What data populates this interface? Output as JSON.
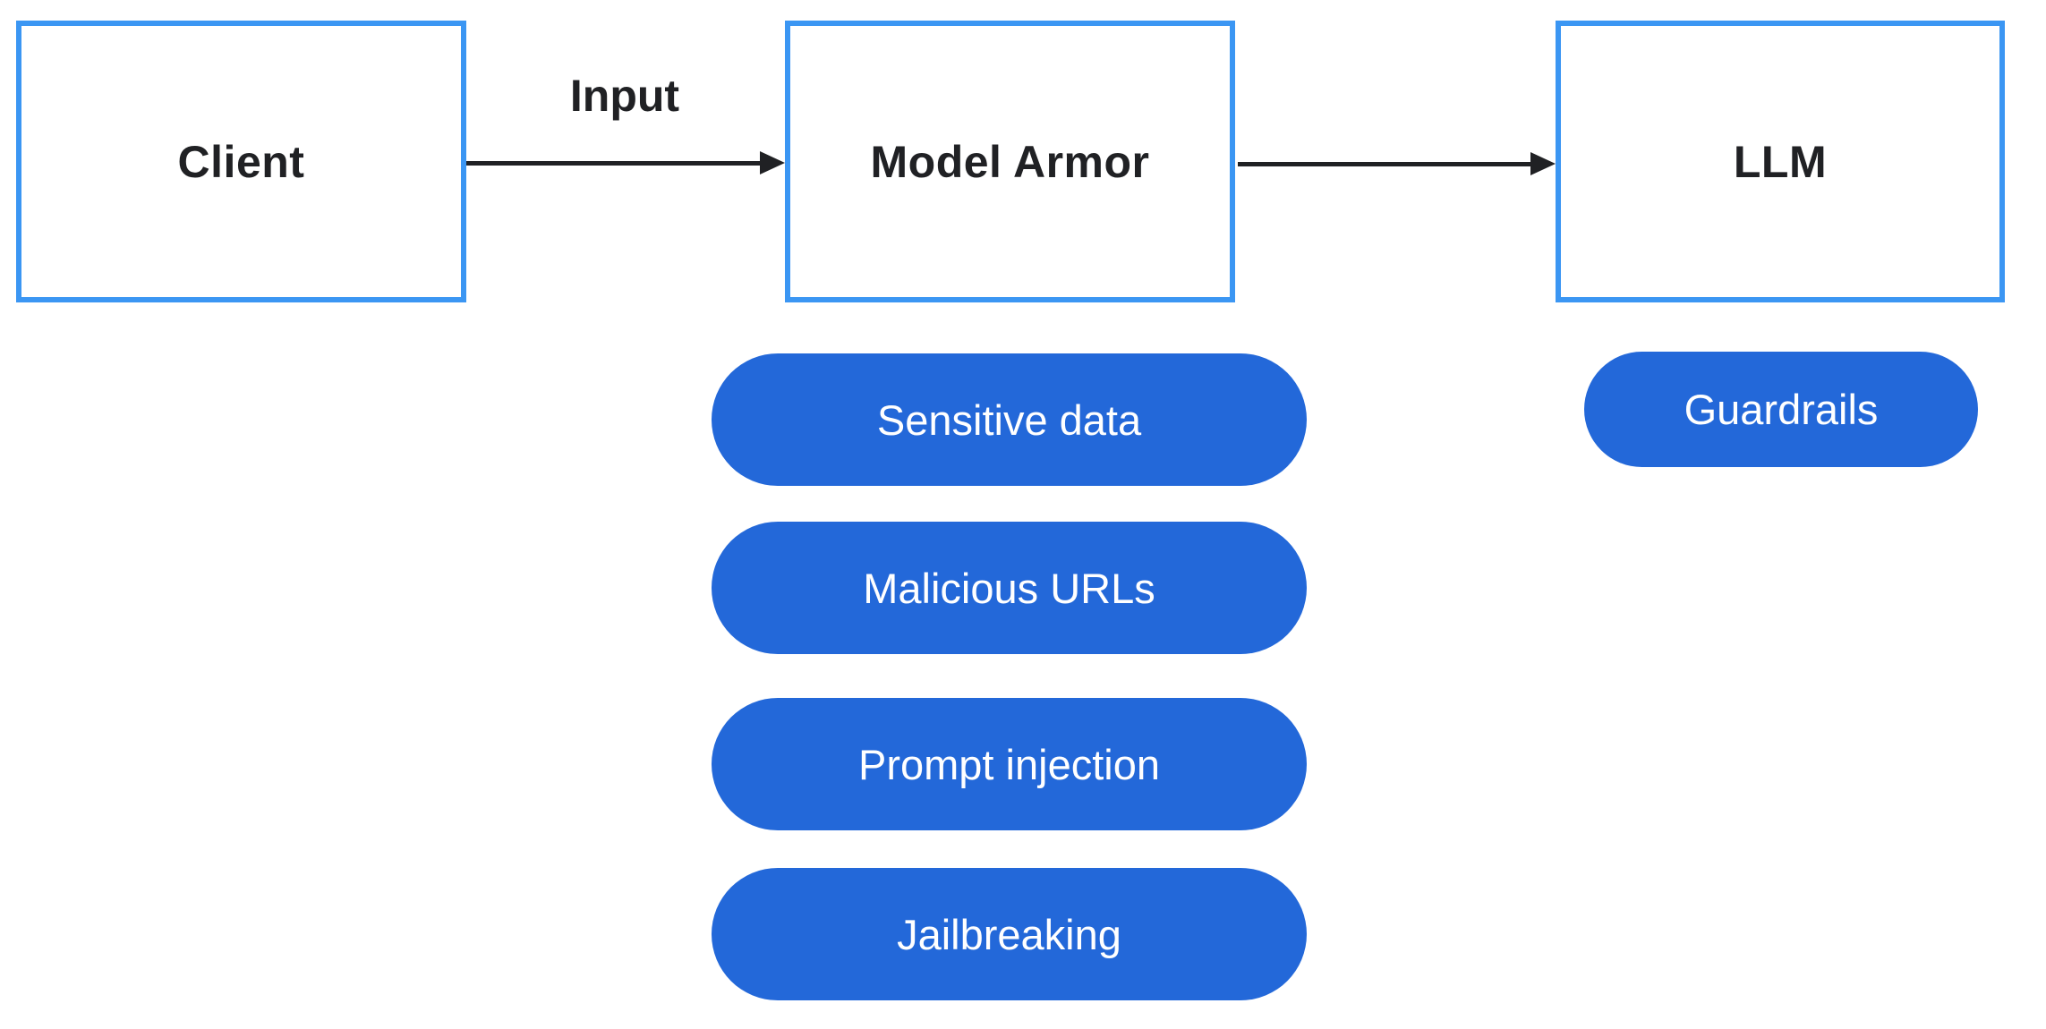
{
  "nodes": [
    {
      "id": "client",
      "label": "Client"
    },
    {
      "id": "model-armor",
      "label": "Model Armor"
    },
    {
      "id": "llm",
      "label": "LLM"
    }
  ],
  "edges": [
    {
      "from": "client",
      "to": "model-armor",
      "label": "Input"
    },
    {
      "from": "model-armor",
      "to": "llm",
      "label": ""
    }
  ],
  "model_armor_checks": [
    {
      "label": "Sensitive data"
    },
    {
      "label": "Malicious URLs"
    },
    {
      "label": "Prompt injection"
    },
    {
      "label": "Jailbreaking"
    }
  ],
  "llm_badges": [
    {
      "label": "Guardrails"
    }
  ],
  "colors": {
    "background": "#ffffff",
    "node-border": "#3b96f3",
    "pill-bg": "#2368d9",
    "pill-text": "#ffffff",
    "text-dark": "#202124",
    "arrow": "#202124"
  }
}
